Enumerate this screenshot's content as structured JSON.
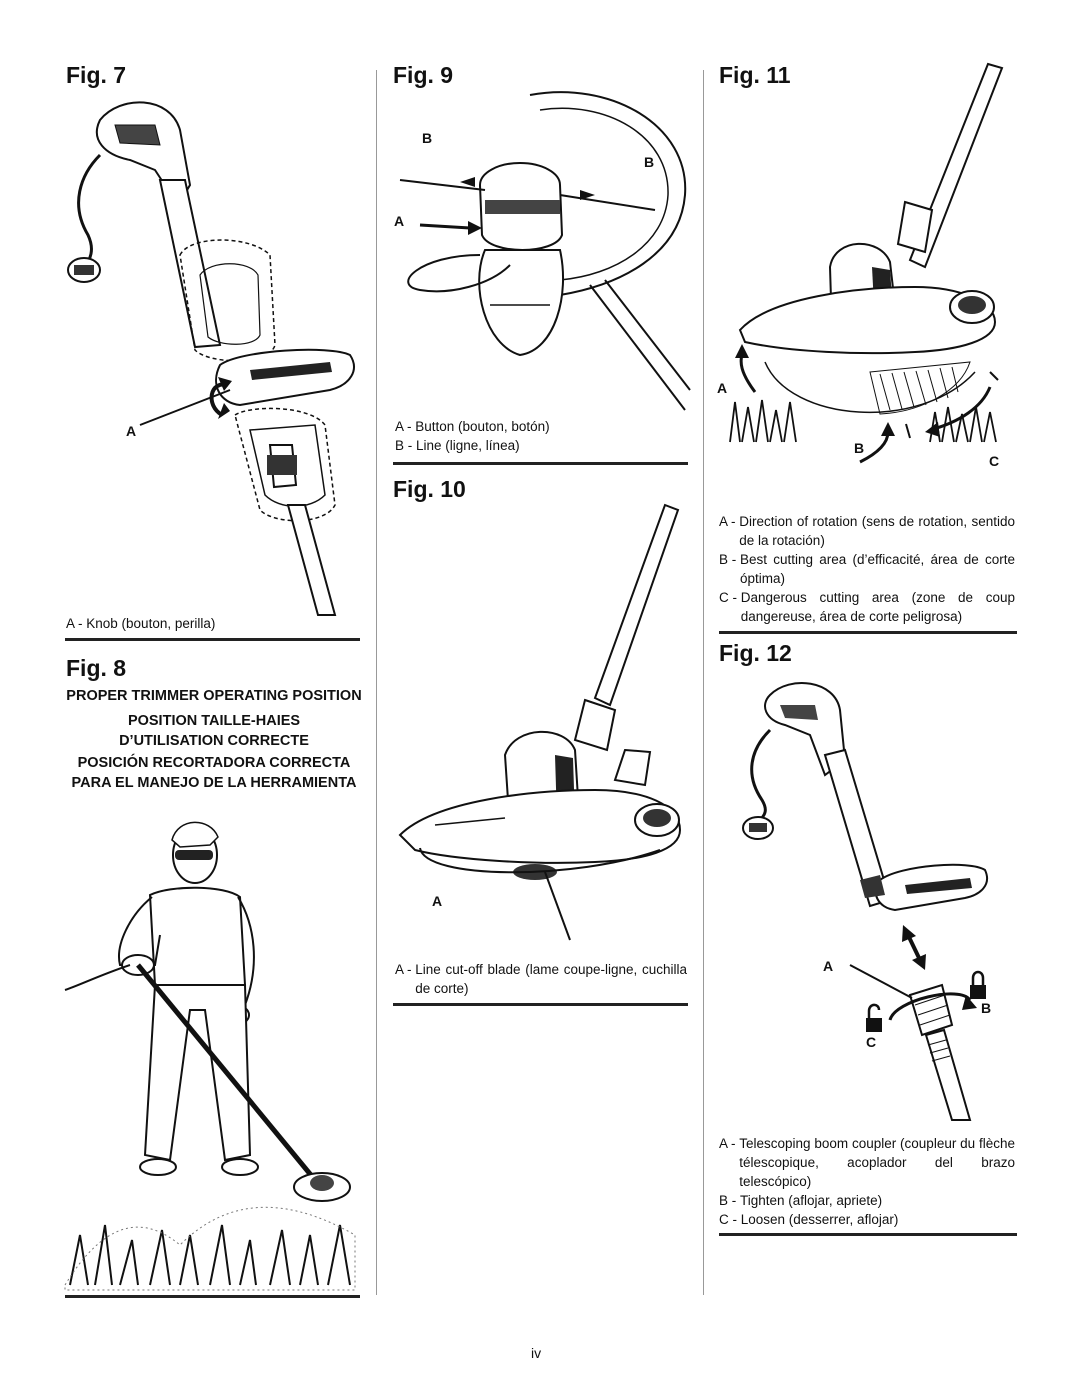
{
  "fig7": {
    "title": "Fig. 7",
    "label_a": "A",
    "caption": [
      {
        "key": "A - ",
        "text": "Knob (bouton, perilla)"
      }
    ]
  },
  "fig8": {
    "title": "Fig. 8",
    "headings": [
      "PROPER TRIMMER OPERATING POSITION",
      "POSITION TAILLE-HAIES D’UTILISATION CORRECTE",
      "POSICIÓN RECORTADORA CORRECTA PARA EL MANEJO DE LA HERRAMIENTA"
    ]
  },
  "fig9": {
    "title": "Fig. 9",
    "label_a": "A",
    "label_b1": "B",
    "label_b2": "B",
    "caption": [
      {
        "key": "A - ",
        "text": "Button (bouton, botón)"
      },
      {
        "key": "B - ",
        "text": "Line (ligne, línea)"
      }
    ]
  },
  "fig10": {
    "title": "Fig. 10",
    "label_a": "A",
    "caption": [
      {
        "key": "A - ",
        "text": "Line cut-off blade (lame coupe-ligne, cuchilla de corte)"
      }
    ]
  },
  "fig11": {
    "title": "Fig. 11",
    "label_a": "A",
    "label_b": "B",
    "label_c": "C",
    "caption": [
      {
        "key": "A - ",
        "text": "Direction of rotation (sens de rotation, sentido de la rotación)"
      },
      {
        "key": "B - ",
        "text": "Best cutting area (d’efficacité, área de corte óptima)"
      },
      {
        "key": "C - ",
        "text": "Dangerous cutting area (zone de coup dangereuse, área de corte peligrosa)"
      }
    ]
  },
  "fig12": {
    "title": "Fig. 12",
    "label_a": "A",
    "label_b": "B",
    "label_c": "C",
    "caption": [
      {
        "key": "A - ",
        "text": "Telescoping boom coupler (coupleur du flèche télescopique, acoplador del brazo telescópico)"
      },
      {
        "key": "B - ",
        "text": "Tighten (aflojar, apriete)"
      },
      {
        "key": "C - ",
        "text": "Loosen (desserrer, aflojar)"
      }
    ]
  },
  "page_number": "iv"
}
